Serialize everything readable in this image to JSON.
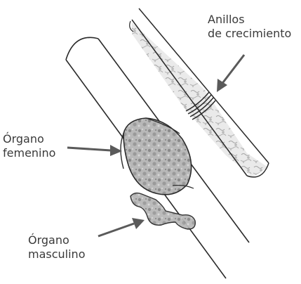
{
  "labels": {
    "anillos": {
      "line1": "Anillos",
      "line2": "de crecimiento"
    },
    "femenino": {
      "line1": "Órgano",
      "line2": "femenino"
    },
    "masculino": {
      "line1": "Órgano",
      "line2": "masculino"
    }
  }
}
